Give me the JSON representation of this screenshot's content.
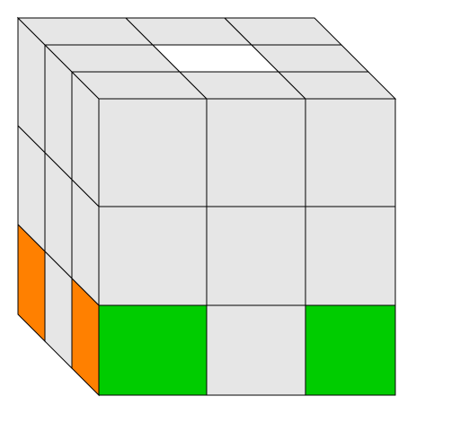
{
  "puzzle": {
    "type": "rubiks-cube-3x3",
    "palette": {
      "gray": "#e6e6e6",
      "white": "#ffffff",
      "green": "#00cc00",
      "orange": "#ff8000",
      "edge": "#000000",
      "background": "#ffffff"
    },
    "faces": {
      "top": {
        "rows": [
          [
            "gray",
            "gray",
            "gray"
          ],
          [
            "gray",
            "white",
            "gray"
          ],
          [
            "gray",
            "gray",
            "gray"
          ]
        ]
      },
      "left": {
        "rows": [
          [
            "gray",
            "gray",
            "gray"
          ],
          [
            "gray",
            "gray",
            "gray"
          ],
          [
            "orange",
            "gray",
            "orange"
          ]
        ]
      },
      "front": {
        "rows": [
          [
            "gray",
            "gray",
            "gray"
          ],
          [
            "gray",
            "gray",
            "gray"
          ],
          [
            "green",
            "gray",
            "green"
          ]
        ]
      }
    }
  }
}
